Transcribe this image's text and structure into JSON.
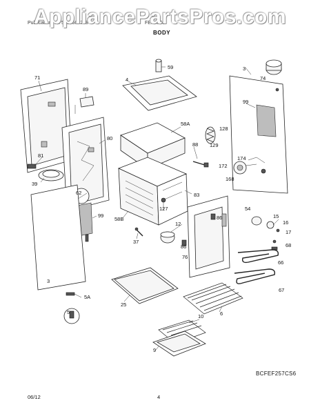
{
  "watermark": "AppliancePartsPros.com",
  "header": {
    "model": "Publication No. 5995605208",
    "page_ref": "FEF357C",
    "title": "BODY"
  },
  "callouts": [
    "71",
    "89",
    "59",
    "4",
    "3",
    "74",
    "99",
    "80",
    "58A",
    "128",
    "129",
    "88",
    "174",
    "172",
    "168",
    "81",
    "39",
    "62",
    "99",
    "127",
    "83",
    "54",
    "15",
    "16",
    "17",
    "58B",
    "12",
    "86",
    "68",
    "37",
    "86",
    "76",
    "66",
    "3",
    "67",
    "5A",
    "25",
    "6",
    "5",
    "10",
    "9"
  ],
  "diagram_code": "BCFEF257CS6",
  "footer": {
    "date": "06/12",
    "page": "4"
  }
}
